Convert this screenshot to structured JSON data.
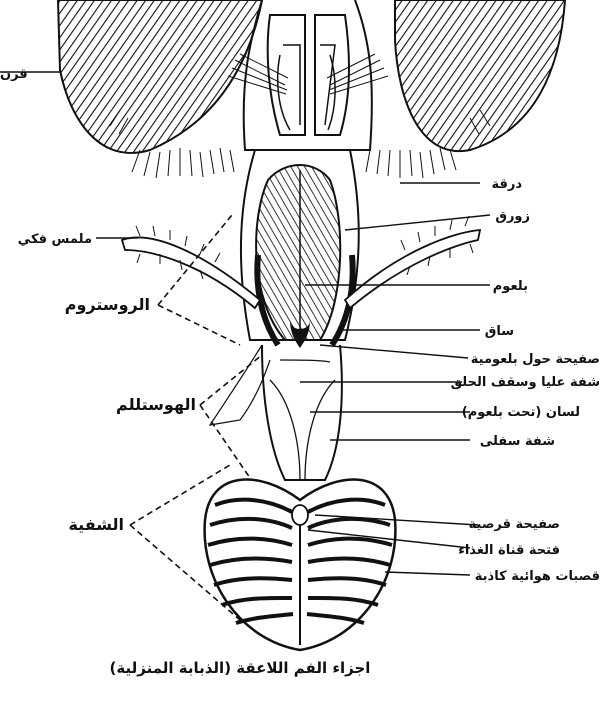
{
  "caption": "اجزاء الفم اللاعقة (الذبابة المنزلية)",
  "labels": {
    "top_left_partial": "قرن",
    "maxillary_palp": "ملمس فكي",
    "rostrum": "الروستروم",
    "haustellum": "الهوستللم",
    "labella": "الشفية",
    "right": [
      "درقة",
      "زورق",
      "بلعوم",
      "ساق",
      "صفيحة حول بلعومية",
      "شفة عليا وسقف الحلق",
      "لسان (تحت بلعوم)",
      "شفة سفلى",
      "صفيحة قرصية",
      "فتحة قناة الغذاء",
      "قصبات هوائية كاذبة"
    ]
  }
}
